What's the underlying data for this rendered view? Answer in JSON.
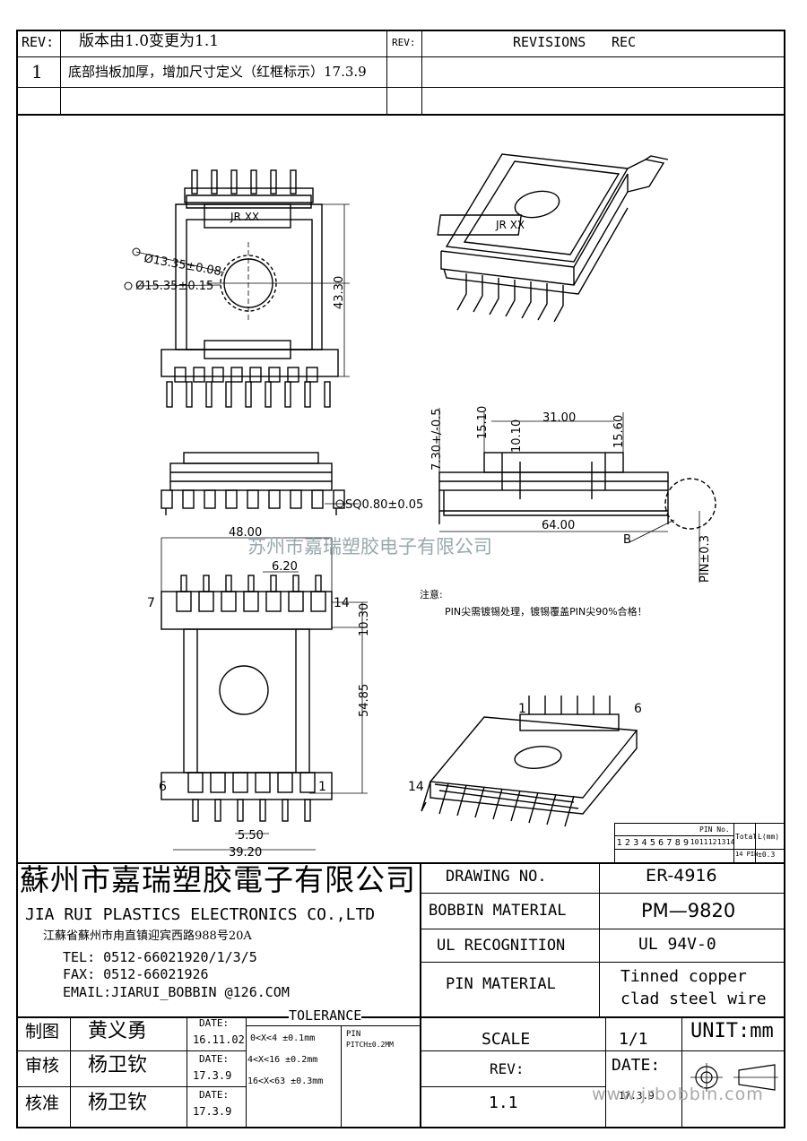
{
  "revision_table": {
    "header_rev_label": "REV:",
    "header_desc": "版本由1.0变更为1.1",
    "header_rev_label_right": "REV:",
    "header_revisions": "REVISIONS",
    "header_rec": "REC",
    "row1_num": "1",
    "row1_desc": "底部挡板加厚，增加尺寸定义（红框标示）17.3.9"
  },
  "drawing": {
    "front_label": "JR XX",
    "iso_label": "JR XX",
    "dim_d1_13": "Ø13.35±0.08",
    "dim_d2_15": "Ø15.35±0.15",
    "dim_43_30": "43.30",
    "dim_sq": "SQ0.80±0.05",
    "dim_7_30": "7.30+/-0.5",
    "dim_15_10": "15.10",
    "dim_31_00": "31.00",
    "dim_10_10": "10.10",
    "dim_15_60": "15.60",
    "dim_64_00": "64.00",
    "dim_pin": "PIN±0.3",
    "label_b": "B",
    "dim_48_00": "48.00",
    "dim_6_20": "6.20",
    "dim_10_30": "10.30",
    "dim_54_85": "54.85",
    "dim_5_50": "5.50",
    "dim_39_20": "39.20",
    "pin_7": "7",
    "pin_14": "14",
    "pin_6": "6",
    "pin_1": "1",
    "iso_pin_1": "1",
    "iso_pin_6": "6",
    "iso_pin_14": "14",
    "watermark_company": "苏州市嘉瑞塑胶电子有限公司",
    "note_title": "注意:",
    "note_text": "PIN尖需镀锡处理，镀锡覆盖PIN尖90%合格！"
  },
  "pin_table": {
    "pin_no_label": "PIN No.",
    "total_label": "Total",
    "l_label": "L(mm)",
    "pins": [
      "1",
      "2",
      "3",
      "4",
      "5",
      "6",
      "7",
      "8",
      "9",
      "10",
      "11",
      "12",
      "13",
      "14"
    ],
    "total_value": "14 PIN",
    "l_value": "±0.3"
  },
  "title_block": {
    "company_cn": "蘇州市嘉瑞塑胶電子有限公司",
    "company_en": "JIA RUI PLASTICS ELECTRONICS CO.,LTD",
    "address": "江蘇省蘇州市甪直镇迎宾西路988号20A",
    "tel": "TEL: 0512-66021920/1/3/5",
    "fax": "FAX: 0512-66021926",
    "email": "EMAIL:JIARUI_BOBBIN @126.COM",
    "drawing_no_label": "DRAWING  NO.",
    "drawing_no": "ER-4916",
    "bobbin_material_label": "BOBBIN  MATERIAL",
    "bobbin_material": "PM—9820",
    "ul_label": "UL RECOGNITION",
    "ul_value": "UL 94V-0",
    "pin_material_label": "PIN MATERIAL",
    "pin_material_1": "Tinned copper",
    "pin_material_2": "clad steel wire",
    "drawn_label": "制图",
    "drawn_name": "黄义勇",
    "checked_label": "审核",
    "checked_name": "杨卫钦",
    "approved_label": "核准",
    "approved_name": "杨卫钦",
    "date_label": "DATE:",
    "date1": "16.11.02",
    "date2": "17.3.9",
    "date3": "17.3.9",
    "tolerance_label": "TOLERANCE",
    "tol1": "0<X<4  ±0.1mm",
    "tol2": "4<X<16 ±0.2mm",
    "tol3": "16<X<63 ±0.3mm",
    "pin_pitch_1": "PIN",
    "pin_pitch_2": "PITCH±0.2MM",
    "scale_label": "SCALE",
    "scale_value": "1/1",
    "unit_label": "UNIT:mm",
    "rev_label": "REV:",
    "rev_value": "1.1",
    "date_label_big": "DATE:",
    "date_value_big": "17.3.9",
    "website": "www.jrbobbin.com"
  }
}
